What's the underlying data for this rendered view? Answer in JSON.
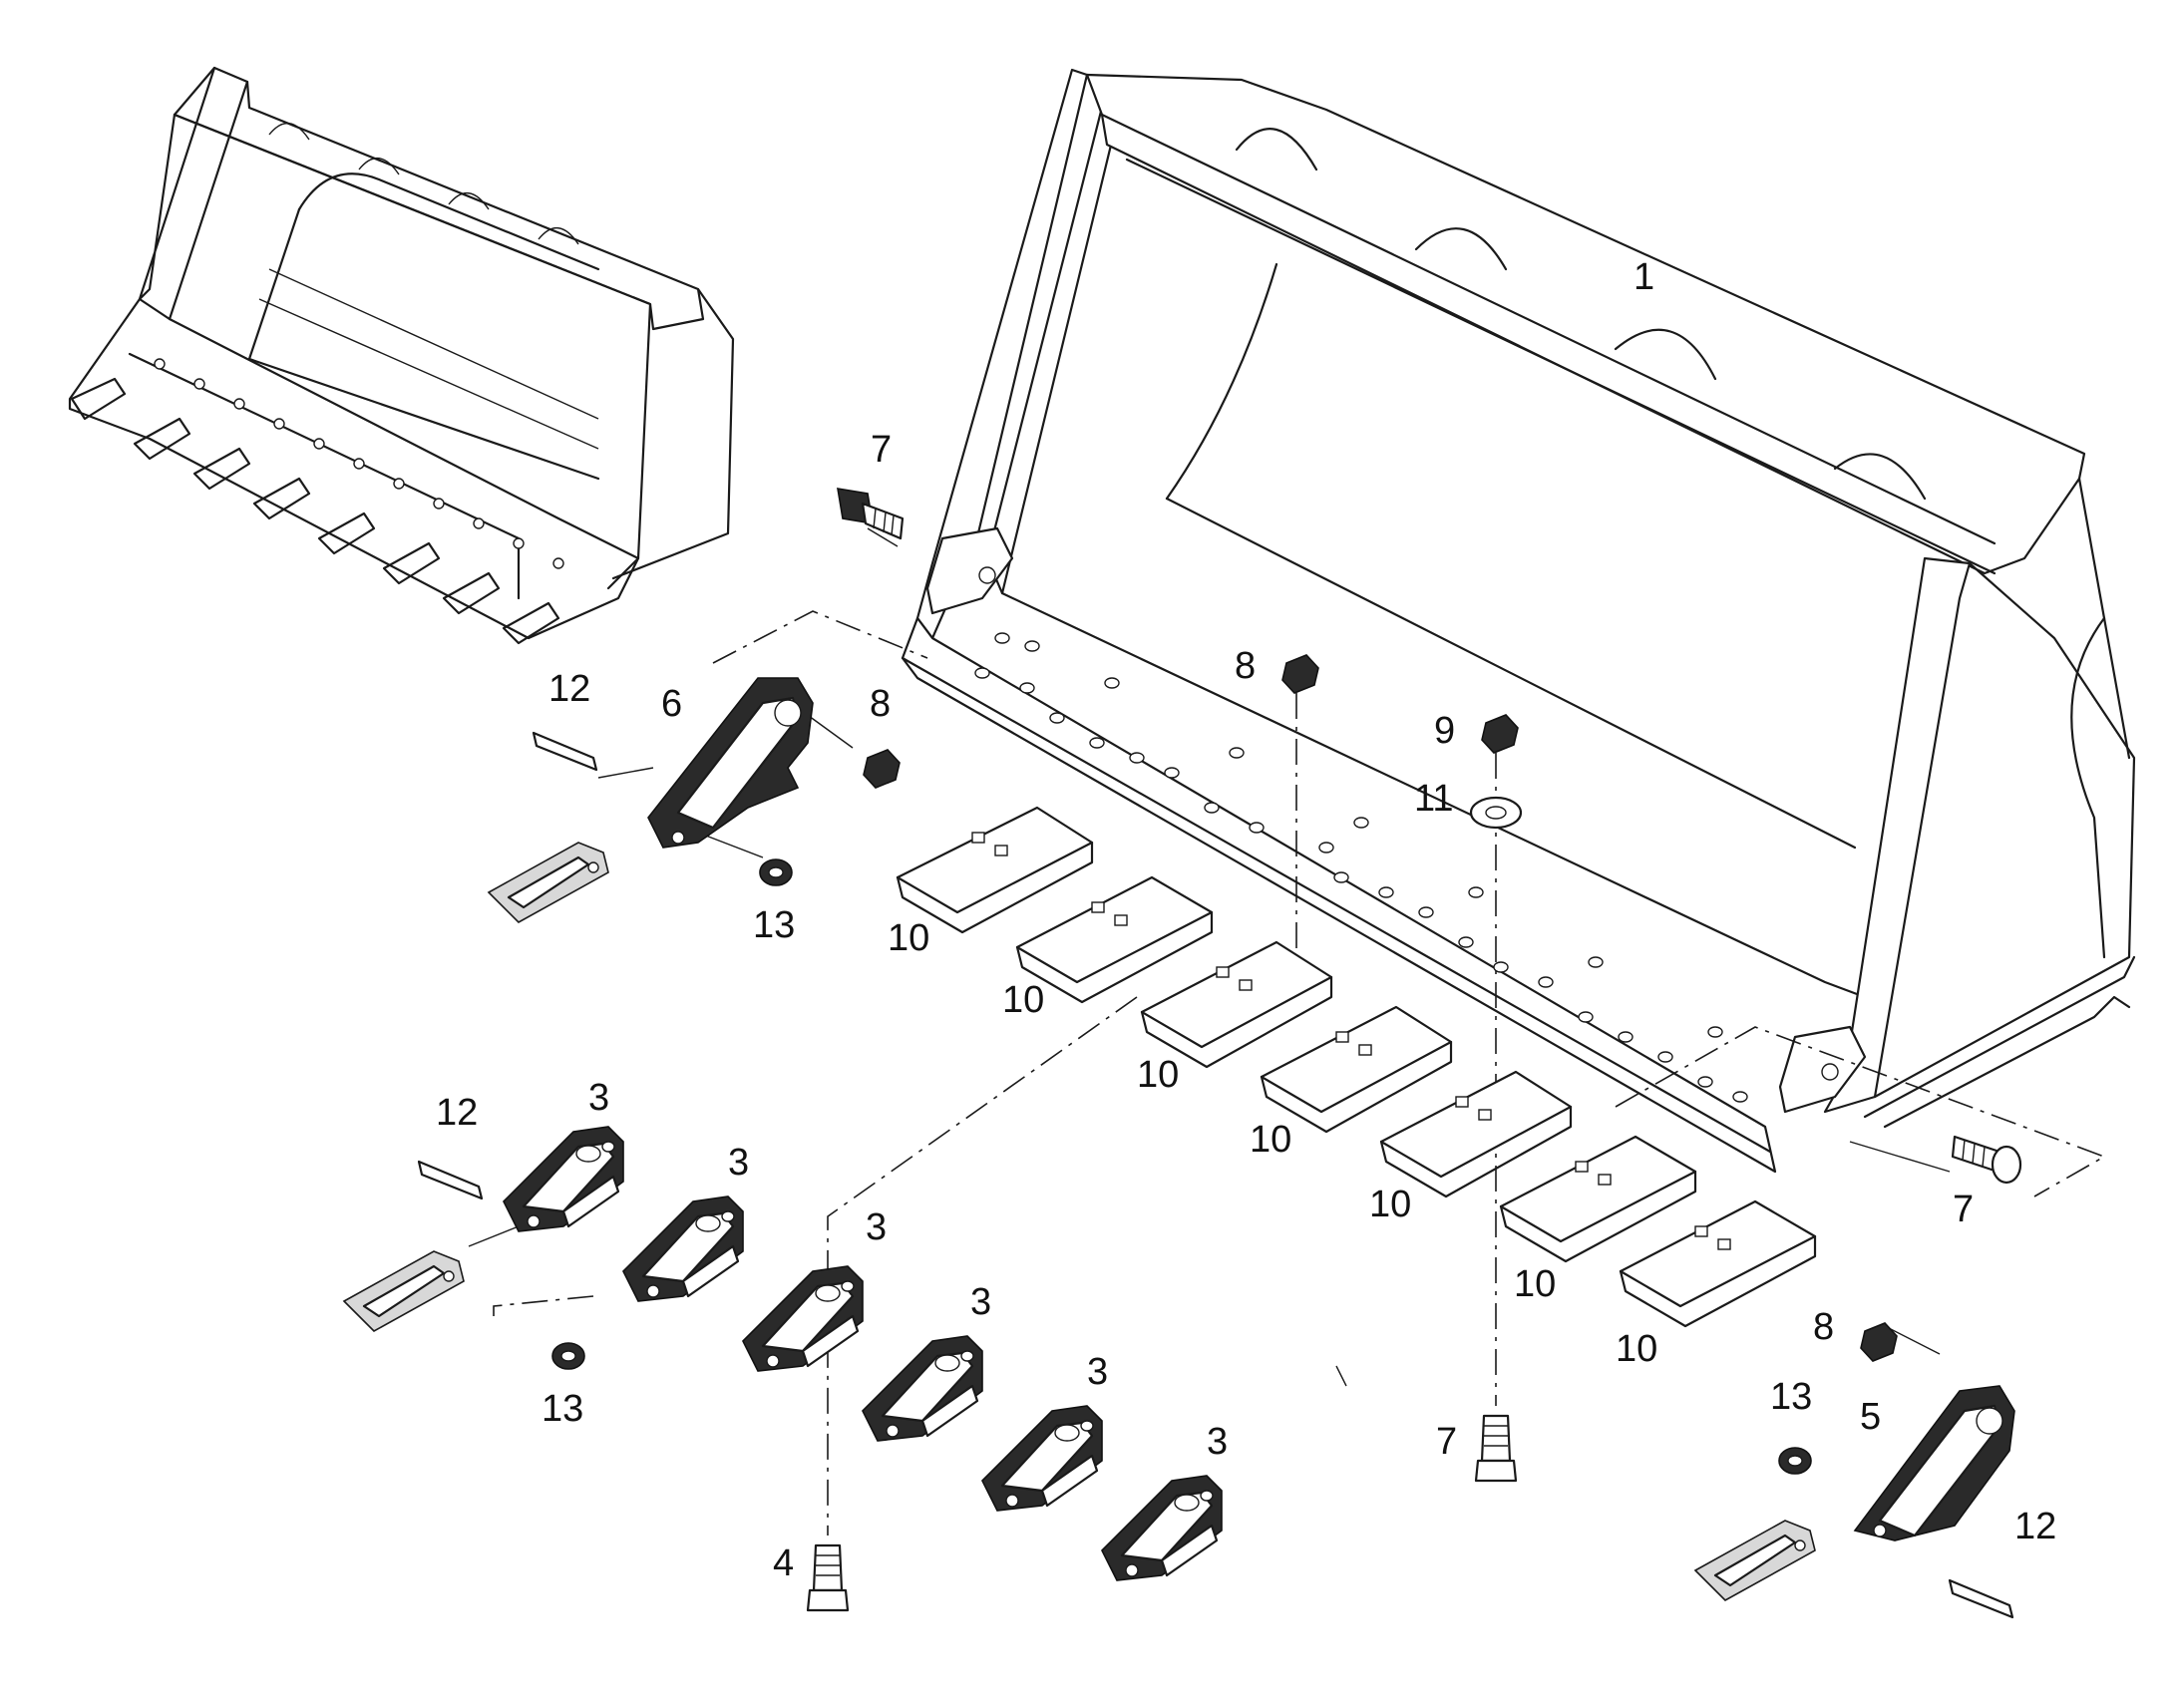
{
  "labels": {
    "bucket": "1",
    "adapter_middle": "3",
    "bolt_4": "4",
    "adapter_right": "5",
    "adapter_left": "6",
    "bolt": "7",
    "nut": "8",
    "nut_9": "9",
    "wear_plate": "10",
    "washer": "11",
    "pin": "12",
    "retainer": "13"
  },
  "colors": {
    "line": "#1a1a1a",
    "fill_dark": "#2a2a2a",
    "fill_light": "#d8d8d8",
    "background": "#ffffff"
  }
}
